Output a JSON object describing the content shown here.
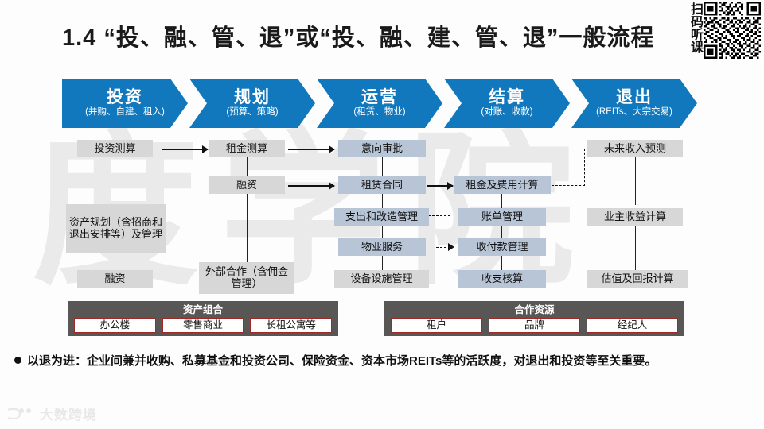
{
  "slide": {
    "title": "1.4 “投、融、管、退”或“投、融、建、管、退”一般流程"
  },
  "qr": {
    "label": "扫码听课",
    "icon": "qr-code-icon"
  },
  "band": {
    "phases": [
      {
        "main": "投资",
        "sub": "(并购、自建、租入)"
      },
      {
        "main": "规划",
        "sub": "(预算、策略)"
      },
      {
        "main": "运营",
        "sub": "(租赁、物业)"
      },
      {
        "main": "结算",
        "sub": "(对账、收款)"
      },
      {
        "main": "退出",
        "sub": "(REITs、大宗交易)"
      }
    ],
    "color": "#1278bd"
  },
  "flow": {
    "columns": [
      {
        "name": "investment",
        "nodes": [
          {
            "label": "投资测算",
            "style": "gray"
          },
          {
            "label": "资产规划（含招商和退出安排等）及管理",
            "style": "gray"
          },
          {
            "label": "融资",
            "style": "gray"
          }
        ]
      },
      {
        "name": "planning",
        "nodes": [
          {
            "label": "租金测算",
            "style": "gray"
          },
          {
            "label": "融资",
            "style": "gray"
          },
          {
            "label": "外部合作（含佣金管理）",
            "style": "gray"
          }
        ]
      },
      {
        "name": "operation",
        "nodes": [
          {
            "label": "意向审批",
            "style": "blue"
          },
          {
            "label": "租赁合同",
            "style": "blue"
          },
          {
            "label": "支出和改造管理",
            "style": "blue"
          },
          {
            "label": "物业服务",
            "style": "blue"
          },
          {
            "label": "设备设施管理",
            "style": "gray"
          }
        ]
      },
      {
        "name": "settlement",
        "nodes": [
          {
            "label": "租金及费用计算",
            "style": "blue"
          },
          {
            "label": "账单管理",
            "style": "blue"
          },
          {
            "label": "收付款管理",
            "style": "blue"
          },
          {
            "label": "收支核算",
            "style": "blue"
          }
        ]
      },
      {
        "name": "exit",
        "nodes": [
          {
            "label": "未来收入预测",
            "style": "gray"
          },
          {
            "label": "业主收益计算",
            "style": "gray"
          },
          {
            "label": "估值及回报计算",
            "style": "gray"
          }
        ]
      }
    ],
    "node_fill_gray": "#d7d7d7",
    "node_fill_blue": "#b7c5d6"
  },
  "panels": [
    {
      "title": "资产组合",
      "chips": [
        "办公楼",
        "零售商业",
        "长租公寓等"
      ]
    },
    {
      "title": "合作资源",
      "chips": [
        "租户",
        "品牌",
        "经纪人"
      ]
    }
  ],
  "panel_bg": "#595656",
  "chip_border": "#9d2a24",
  "footnote": {
    "text": "以退为进：企业间兼并收购、私募基金和投资公司、保险资金、资本市场REITs等的活跃度，对退出和投资等至关重要。"
  },
  "brand": {
    "text": "大数跨境"
  },
  "watermark": {
    "text": "度学院"
  }
}
